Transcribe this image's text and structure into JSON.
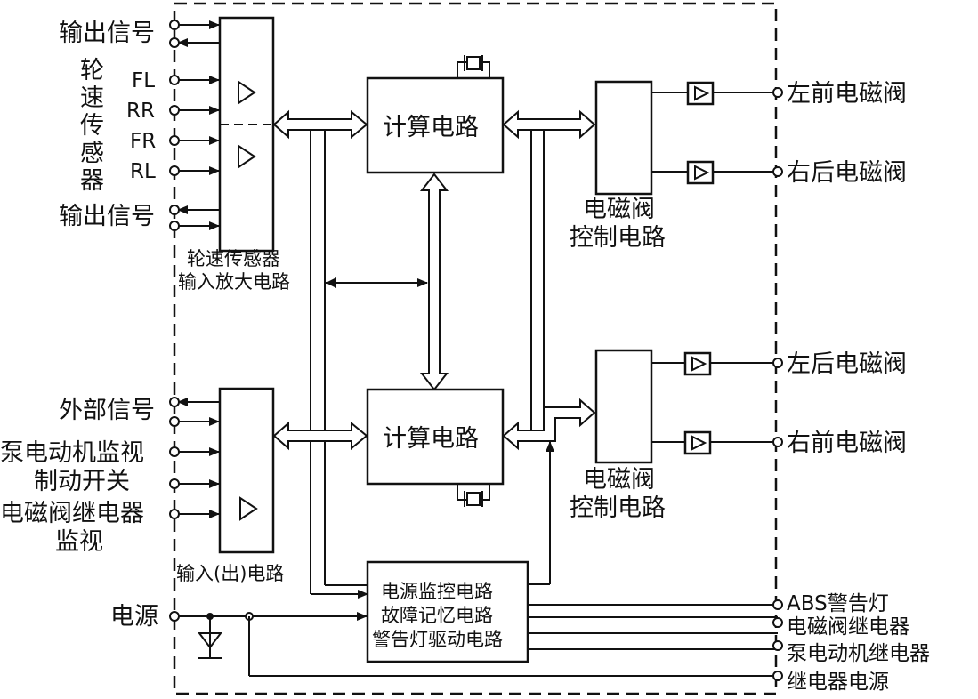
{
  "left_labels": {
    "output_signal_top": "输出信号",
    "wheel_sensor_vertical": [
      "轮",
      "速",
      "传",
      "感",
      "器"
    ],
    "fl": "FL",
    "rr": "RR",
    "fr": "FR",
    "rl": "RL",
    "output_signal_bottom": "输出信号",
    "external_signal": "外部信号",
    "pump_motor_monitor": "泵电动机监视",
    "brake_switch": "制动开关",
    "valve_relay_monitor_1": "电磁阀继电器",
    "valve_relay_monitor_2": "监视",
    "power": "电源"
  },
  "blocks": {
    "sensor_amp_1": "轮速传感器",
    "sensor_amp_2": "输入放大电路",
    "calc_top": "计算电路",
    "calc_bottom": "计算电路",
    "io_circuit": "输入(出)电路",
    "valve_ctrl_top_1": "电磁阀",
    "valve_ctrl_top_2": "控制电路",
    "valve_ctrl_bottom_1": "电磁阀",
    "valve_ctrl_bottom_2": "控制电路",
    "power_monitor_1": "电源监控电路",
    "power_monitor_2": "故障记忆电路",
    "power_monitor_3": "警告灯驱动电路"
  },
  "right_labels": {
    "left_front_valve": "左前电磁阀",
    "right_rear_valve": "右后电磁阀",
    "left_rear_valve": "左后电磁阀",
    "right_front_valve": "右前电磁阀",
    "abs_warning_lamp": "ABS警告灯",
    "valve_relay": "电磁阀继电器",
    "pump_motor_relay": "泵电动机继电器",
    "relay_power": "继电器电源"
  }
}
